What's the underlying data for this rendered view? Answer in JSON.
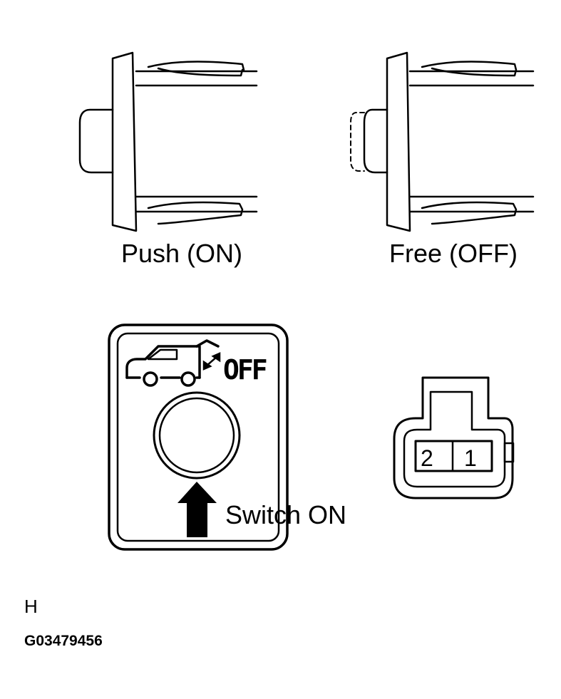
{
  "diagram": {
    "labels": {
      "push_on": "Push (ON)",
      "free_off": "Free (OFF)",
      "off_badge": "OFF",
      "switch_on": "Switch ON",
      "connector_pin_2": "2",
      "connector_pin_1": "1",
      "corner_letter": "H",
      "figure_code": "G03479456"
    },
    "icons": {
      "vehicle": "suv-icon",
      "tilt": "double-arrow-icon",
      "arrow": "up-arrow-icon"
    }
  }
}
